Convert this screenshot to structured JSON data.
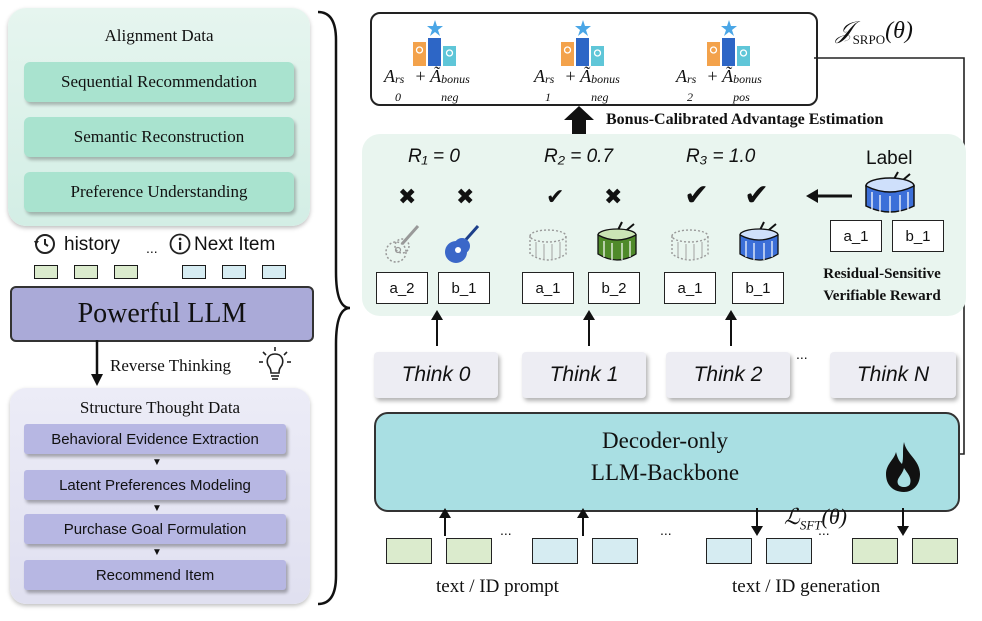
{
  "alignment": {
    "title": "Alignment Data",
    "items": [
      "Sequential  Recommendation",
      "Semantic  Reconstruction",
      "Preference  Understanding"
    ]
  },
  "history_label": "history",
  "ellipsis": "...",
  "next_item_label": "Next Item",
  "llm_label": "Powerful LLM",
  "reverse_thinking": "Reverse Thinking",
  "structure": {
    "title": "Structure Thought Data",
    "steps": [
      "Behavioral Evidence Extraction",
      "Latent Preferences Modeling",
      "Purchase Goal Formulation",
      "Recommend Item"
    ]
  },
  "advantages": [
    {
      "base": "A",
      "sub": "0",
      "sup": "rs",
      "bonus": "Ã",
      "bsub": "neg",
      "bsup": "bonus"
    },
    {
      "base": "A",
      "sub": "1",
      "sup": "rs",
      "bonus": "Ã",
      "bsub": "neg",
      "bsup": "bonus"
    },
    {
      "base": "A",
      "sub": "2",
      "sup": "rs",
      "bonus": "Ã",
      "bsub": "pos",
      "bsup": "bonus"
    }
  ],
  "objective_rl": {
    "symbol": "𝒥",
    "sub": "SRPO",
    "arg": "(θ)"
  },
  "bonus_label": "Bonus-Calibrated Advantage Estimation",
  "rewards": [
    "R₁ = 0",
    "R₂ = 0.7",
    "R₃ = 1.0"
  ],
  "label_title": "Label",
  "label_items": [
    "a_1",
    "b_1"
  ],
  "candidates": [
    {
      "items": [
        "a_2",
        "b_1"
      ],
      "marks": [
        "✖",
        "✖"
      ]
    },
    {
      "items": [
        "a_1",
        "b_2"
      ],
      "marks": [
        "✔",
        "✖"
      ]
    },
    {
      "items": [
        "a_1",
        "b_1"
      ],
      "marks": [
        "✔",
        "✔"
      ]
    }
  ],
  "reward_title_line1": "Residual-Sensitive",
  "reward_title_line2": "Verifiable Reward",
  "thinks": [
    "Think 0",
    "Think 1",
    "Think 2",
    "Think N"
  ],
  "decoder_line1": "Decoder-only",
  "decoder_line2": "LLM-Backbone",
  "objective_sft": {
    "symbol": "ℒ",
    "sub": "SFT",
    "arg": "(θ)"
  },
  "prompt_label": "text / ID prompt",
  "generation_label": "text / ID generation",
  "colors": {
    "green_token": "#dbebcd",
    "blue_token": "#d6ecf2",
    "guitar_blue": "#3b67c8",
    "drum_green": "#4f8a2a",
    "drum_blue": "#3c6fd8"
  }
}
